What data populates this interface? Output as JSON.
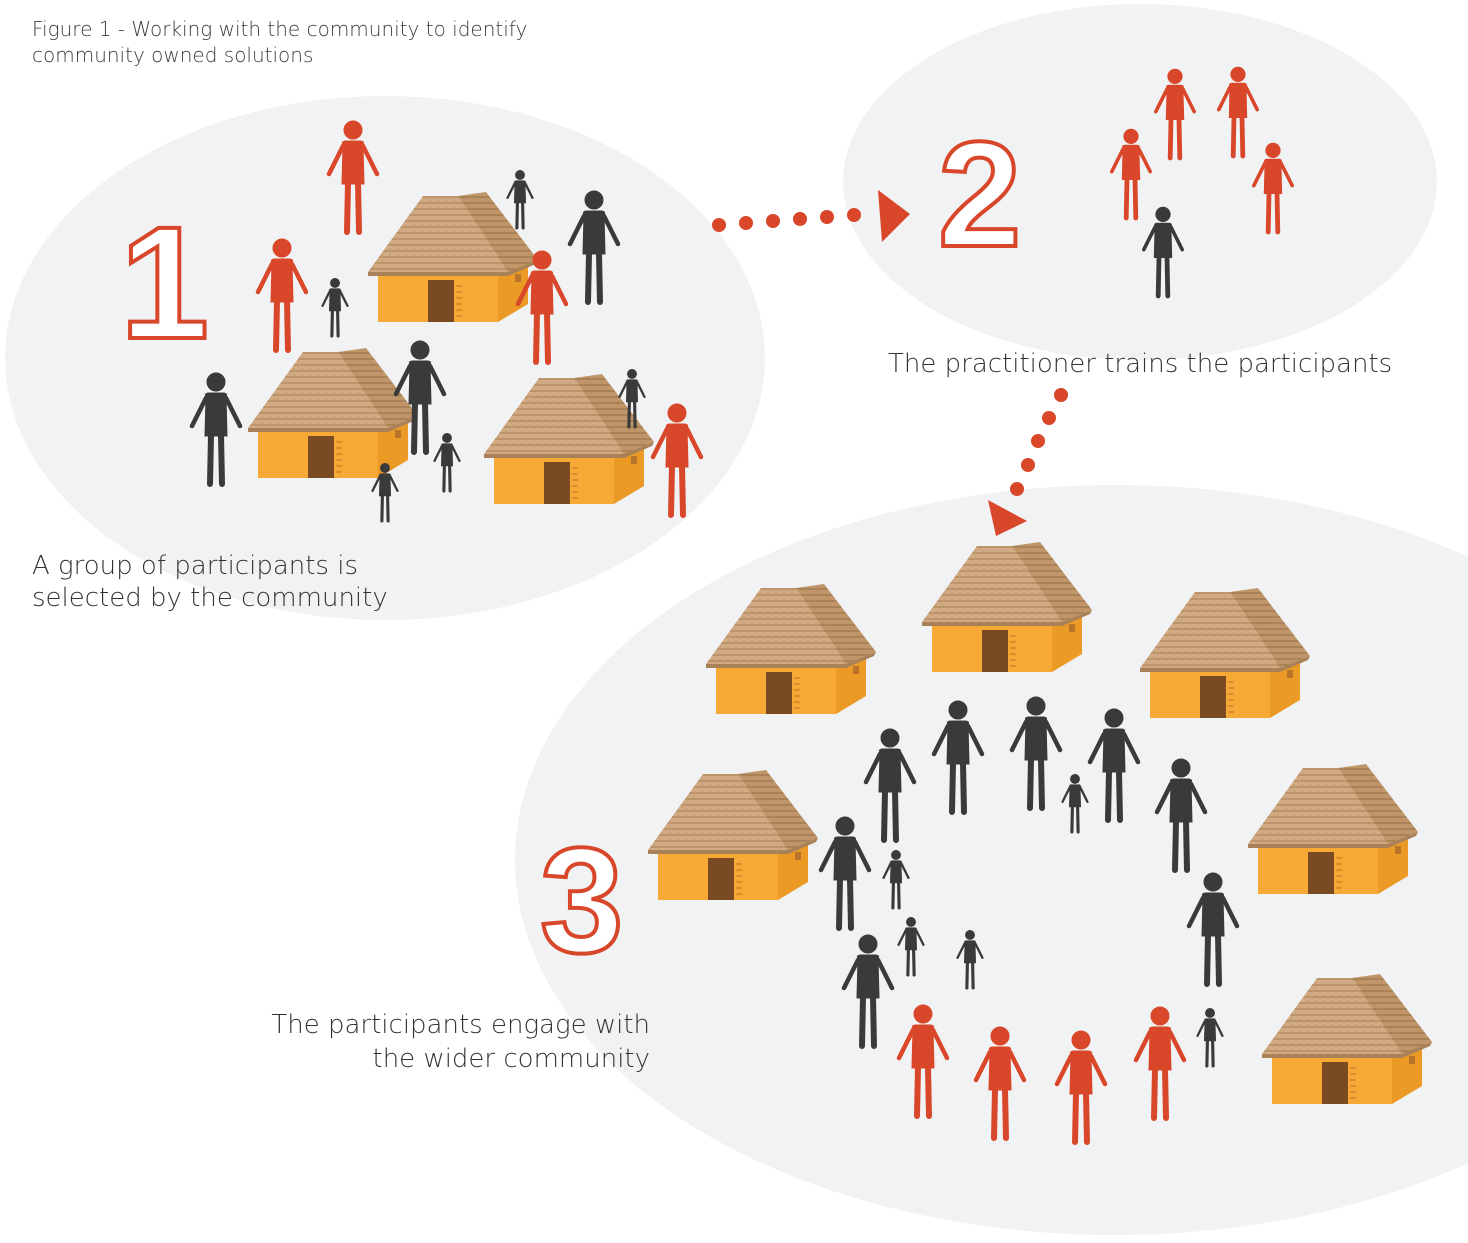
{
  "figure": {
    "title_line1": "Figure 1 - Working with the community to identify",
    "title_line2": "community owned solutions"
  },
  "steps": [
    {
      "number": "1",
      "caption_line1": "A group of participants is",
      "caption_line2": "selected by the community"
    },
    {
      "number": "2",
      "caption": "The practitioner trains the participants"
    },
    {
      "number": "3",
      "caption_line1": "The participants engage with",
      "caption_line2": "the wider community"
    }
  ],
  "colors": {
    "accent": "#d9472b",
    "participant": "#d9472b",
    "community_member": "#3a3a3a",
    "bubble": "#f1f2f3",
    "hut_wall": "#f7a935",
    "hut_roof": "#caa27a",
    "hut_door": "#7a4a22"
  },
  "icons": {
    "participant": "person-icon",
    "community": "person-icon",
    "hut": "hut-icon",
    "arrow": "dotted-arrow-icon"
  }
}
